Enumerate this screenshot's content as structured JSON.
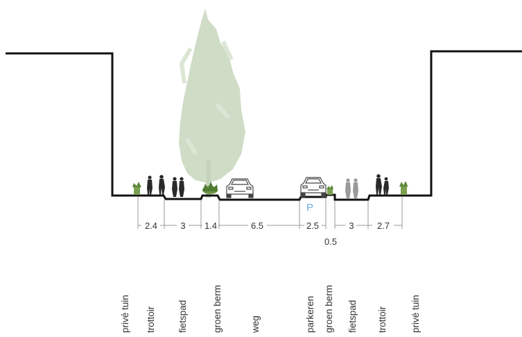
{
  "colors": {
    "outline": "#111111",
    "tree": "#cfdcc6",
    "planter": "#7aa050",
    "person": "#2a2a2a",
    "person_faded": "#9a9a9a",
    "car_outline": "#444444",
    "parking_symbol": "#6aaee0",
    "dimension_line": "#999999",
    "text": "#333333"
  },
  "parking_symbol": "P",
  "dimensions": [
    "2.4",
    "3",
    "1.4",
    "6.5",
    "2.5",
    "0.5",
    "3",
    "2.7"
  ],
  "zones": [
    "privé tuin",
    "trottoir",
    "fietspad",
    "groen berm",
    "weg",
    "parkeren",
    "groen berm",
    "fietspad",
    "trottoir",
    "privé tuin"
  ]
}
